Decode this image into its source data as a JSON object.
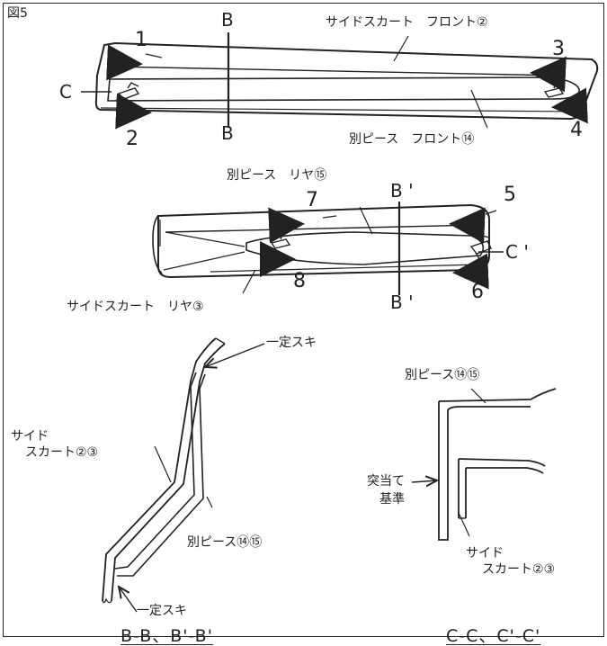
{
  "figure": {
    "id_label": "図5",
    "top_part": {
      "title": "サイドスカート　フロント②",
      "inner_piece": "別ピース　フロント⑭",
      "section_b_top": "B",
      "section_b_bottom": "B",
      "section_c": "C",
      "steps": [
        "1",
        "2",
        "3",
        "4"
      ]
    },
    "middle_part": {
      "title": "別ピース　リヤ⑮",
      "outer_piece": "サイドスカート　リヤ③",
      "section_b_top": "B '",
      "section_b_bottom": "B '",
      "section_c": "C '",
      "steps": [
        "5",
        "6",
        "7",
        "8"
      ]
    },
    "section_b": {
      "gap_top": "一定スキ",
      "gap_bottom": "一定スキ",
      "skirt_label_line1": "サイド",
      "skirt_label_line2": "スカート②③",
      "piece_label": "別ピース⑭⑮",
      "caption": "B-B、B'-B'"
    },
    "section_c": {
      "piece_label": "別ピース⑭⑮",
      "reference_line1": "突当て",
      "reference_line2": "基準",
      "skirt_label_line1": "サイド",
      "skirt_label_line2": "スカート②③",
      "caption": "C-C、C'-C'"
    }
  }
}
